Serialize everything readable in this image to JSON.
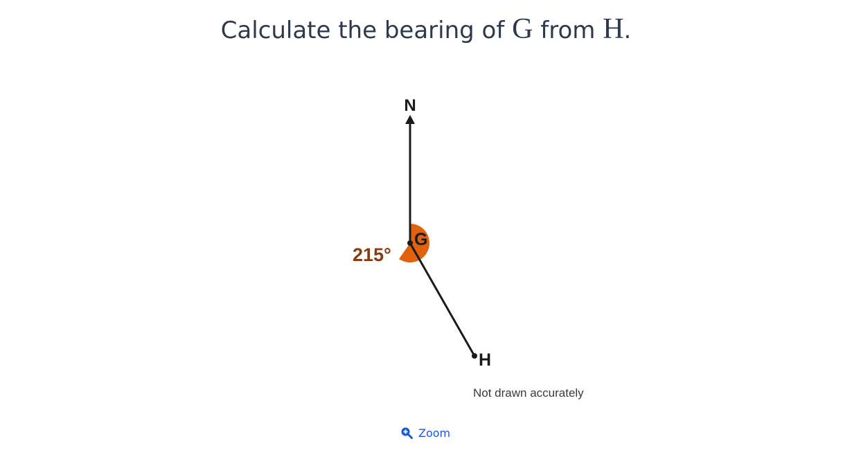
{
  "question": {
    "prefix": "Calculate the bearing of ",
    "point_a": "G",
    "middle": " from ",
    "point_b": "H",
    "suffix": "."
  },
  "diagram": {
    "north_label": "N",
    "point_g_label": "G",
    "point_h_label": "H",
    "angle_label": "215°",
    "angle_degrees": 215,
    "note": "Not drawn accurately",
    "colors": {
      "angle_fill": "#e0620f",
      "angle_text": "#8b3a0e",
      "lines": "#1a1a1a"
    }
  },
  "zoom": {
    "label": "Zoom",
    "icon": "zoom-in-icon"
  }
}
